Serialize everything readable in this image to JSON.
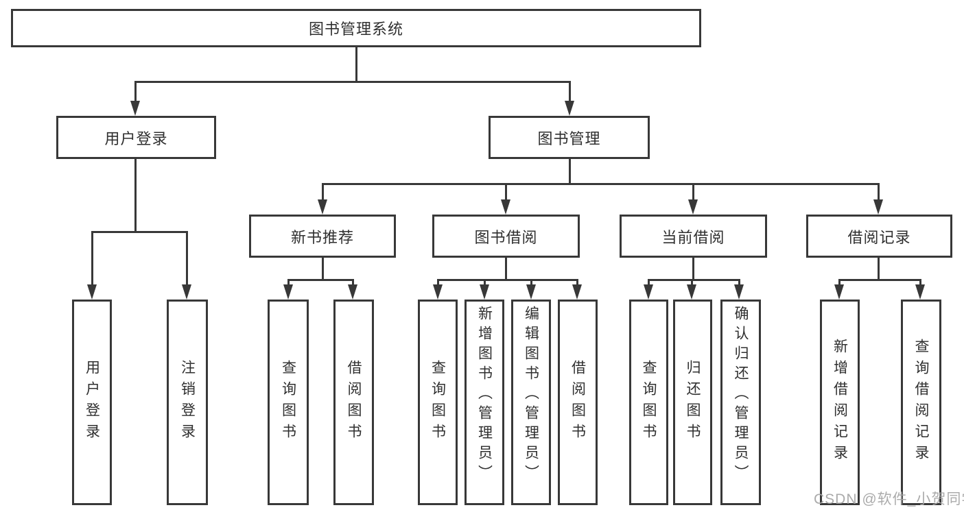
{
  "root_label": "图书管理系统",
  "level2": {
    "left": "用户登录",
    "right": "图书管理"
  },
  "left_children": [
    "用户登录",
    "注销登录"
  ],
  "groups": [
    {
      "label": "新书推荐",
      "children": [
        "查询图书",
        "借阅图书"
      ]
    },
    {
      "label": "图书借阅",
      "children": [
        "查询图书",
        "新增图书（管理员）",
        "编辑图书（管理员）",
        "借阅图书"
      ]
    },
    {
      "label": "当前借阅",
      "children": [
        "查询图书",
        "归还图书",
        "确认归还（管理员）"
      ]
    },
    {
      "label": "借阅记录",
      "children": [
        "新增借阅记录",
        "查询借阅记录"
      ]
    }
  ],
  "watermark": "CSDN @软件_小贺同学",
  "colors": {
    "line": "#383838",
    "box_border": "#383838",
    "text": "#2f2f2f",
    "watermark": "#a4a4a4",
    "background": "#ffffff"
  }
}
